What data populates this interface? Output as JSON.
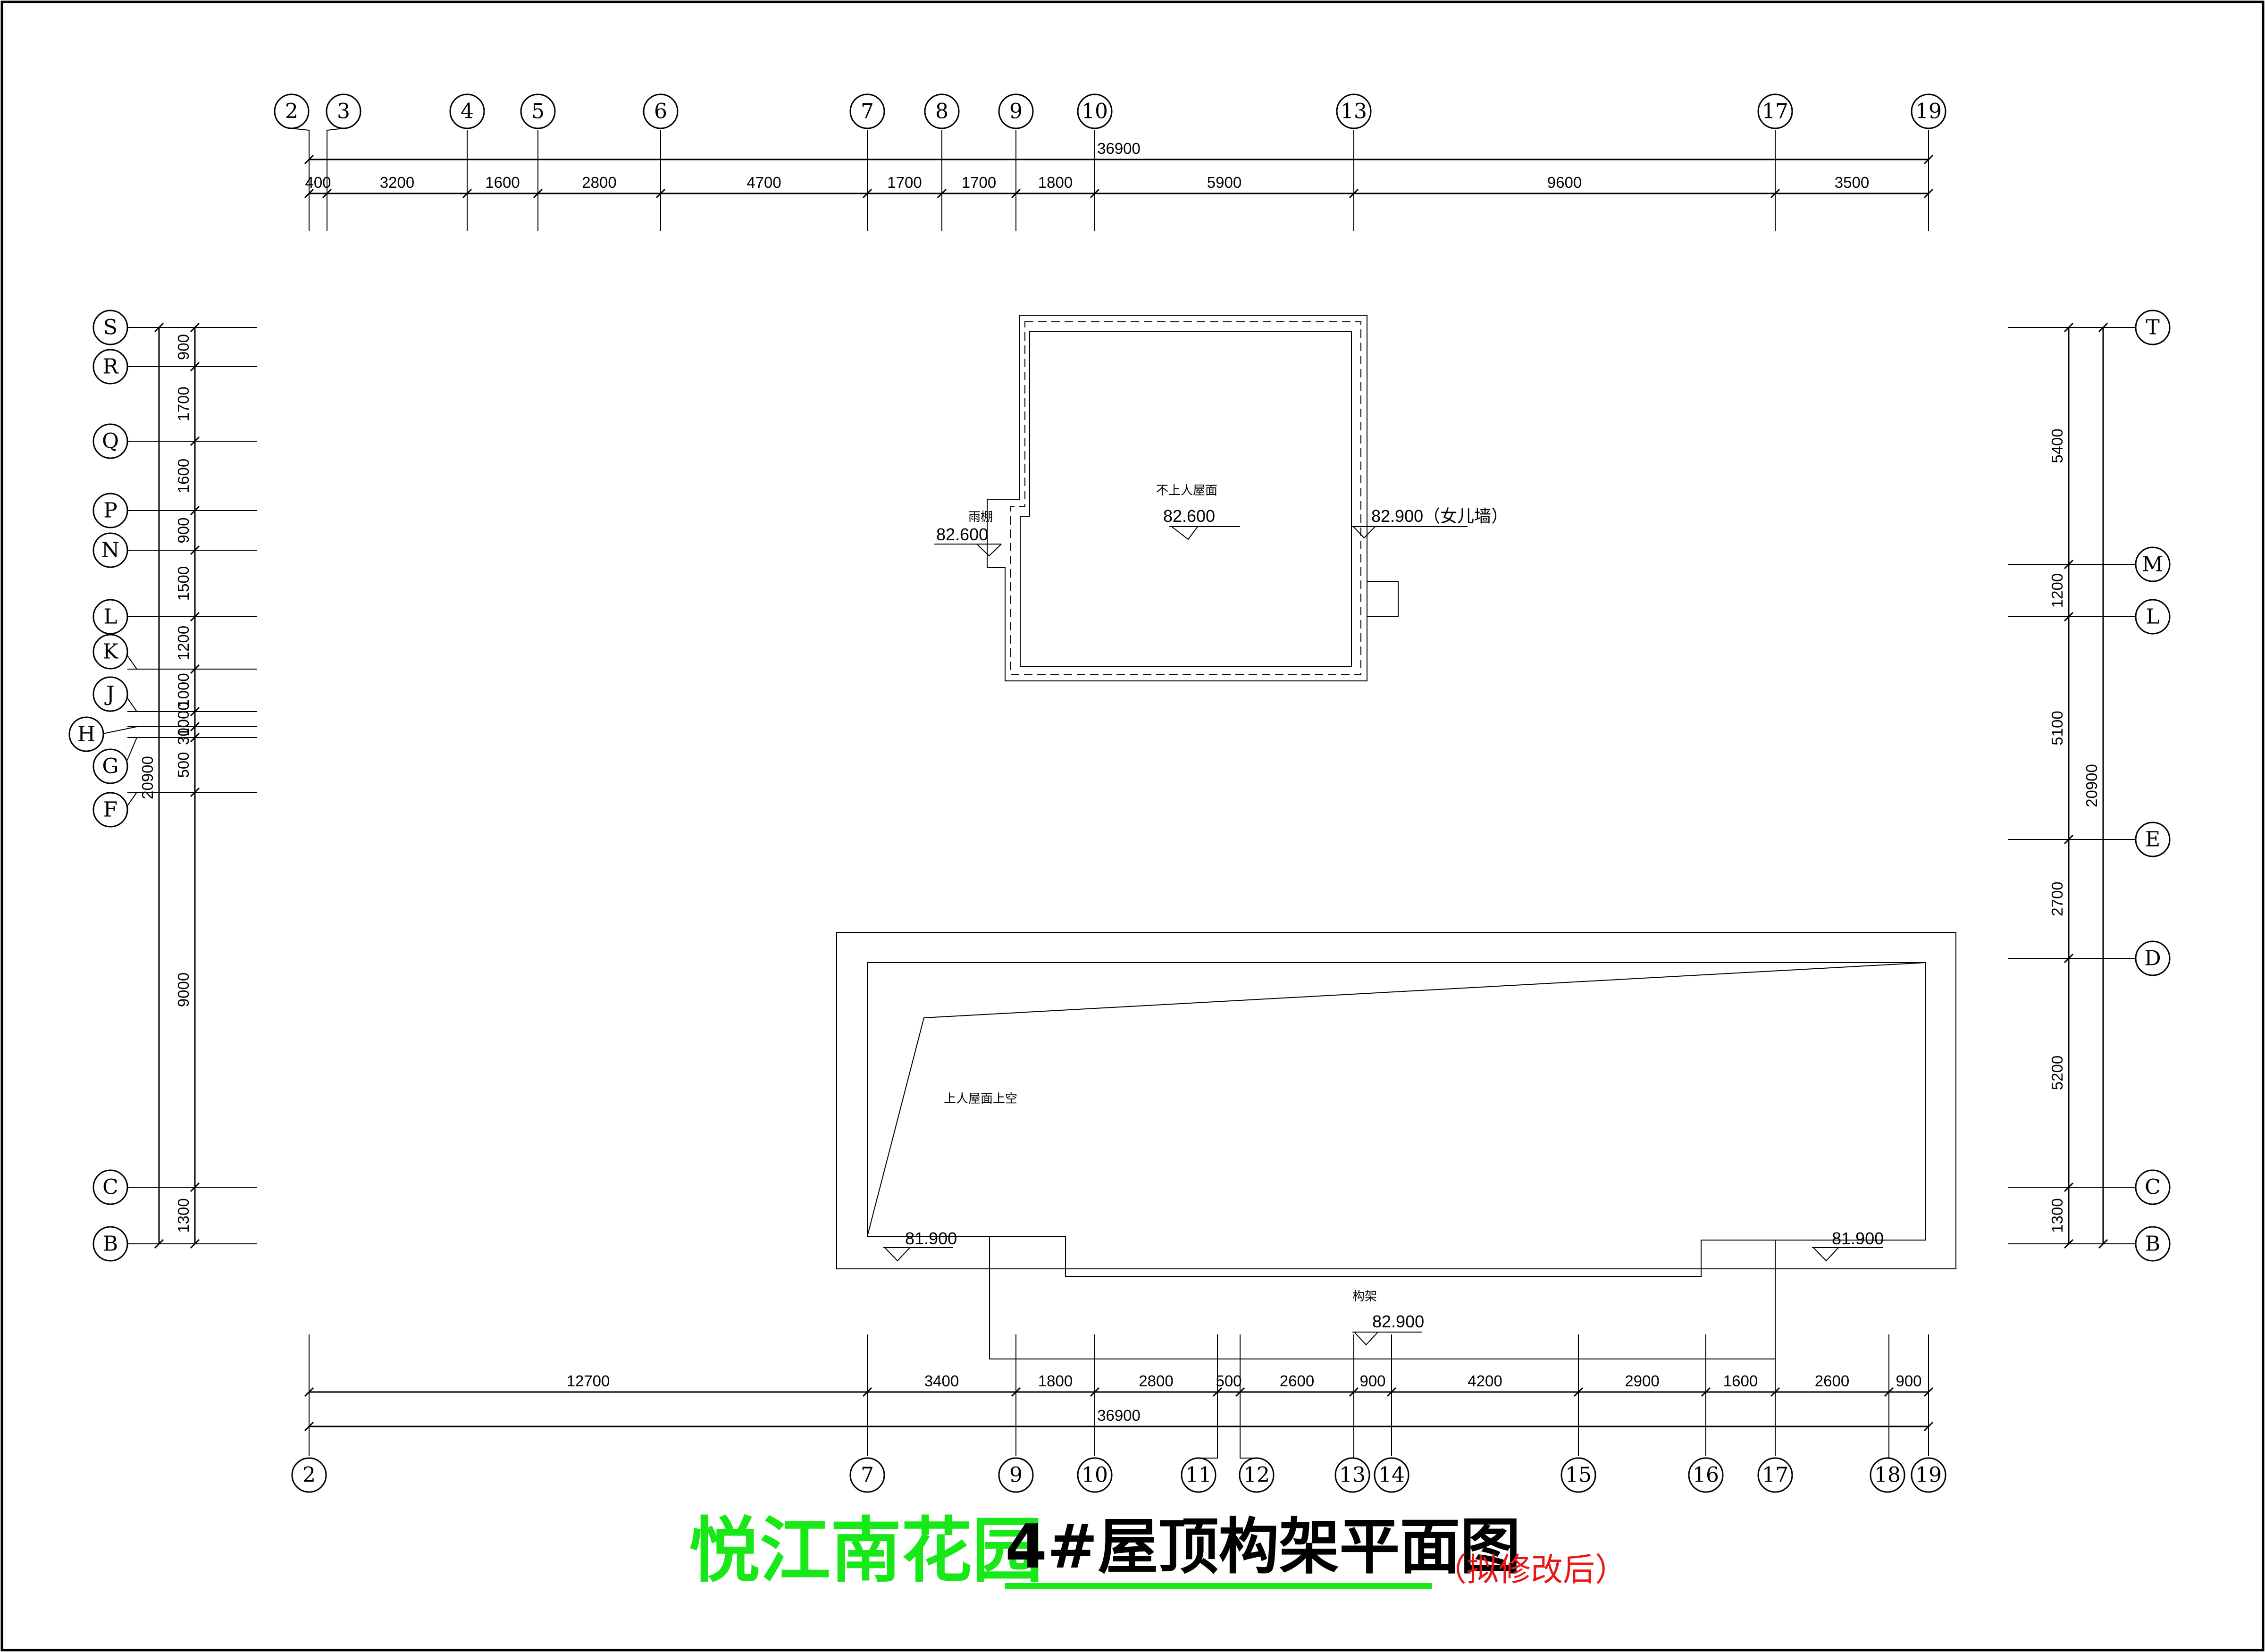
{
  "title": {
    "project": "悦江南花园",
    "drawing": "4#屋顶构架平面图",
    "note": "（拟修改后）",
    "colors": {
      "project": "#18e818",
      "note": "#e81818",
      "underline": "#18e818"
    }
  },
  "axes": {
    "top": {
      "bubbles": [
        "2",
        "3",
        "4",
        "5",
        "6",
        "7",
        "8",
        "9",
        "10",
        "13",
        "17",
        "19"
      ],
      "segments": [
        "400",
        "3200",
        "1600",
        "2800",
        "4700",
        "1700",
        "1700",
        "1800",
        "5900",
        "9600",
        "3500"
      ],
      "total": "36900"
    },
    "bottom": {
      "bubbles": [
        "2",
        "7",
        "9",
        "10",
        "11",
        "12",
        "13",
        "14",
        "15",
        "16",
        "17",
        "18",
        "19"
      ],
      "segments": [
        "12700",
        "3400",
        "1800",
        "2800",
        "500",
        "2600",
        "900",
        "4200",
        "2900",
        "1600",
        "2600",
        "900"
      ],
      "total": "36900"
    },
    "left": {
      "bubbles": [
        "S",
        "R",
        "Q",
        "P",
        "N",
        "L",
        "K",
        "J",
        "H",
        "G",
        "F",
        "C",
        "B"
      ],
      "segments": [
        "900",
        "1700",
        "1600",
        "900",
        "1500",
        "1200",
        "1000",
        "1000",
        "300",
        "500",
        "9000",
        "1300"
      ],
      "total": "20900"
    },
    "right": {
      "bubbles": [
        "T",
        "M",
        "L",
        "E",
        "D",
        "C",
        "B"
      ],
      "segments": [
        "5400",
        "1200",
        "5100",
        "2700",
        "5200",
        "1300"
      ],
      "total": "20900"
    }
  },
  "labels": {
    "upper_roof": "不上人屋面",
    "upper_roof_elev": "82.600",
    "parapet_elev": "82.900（女儿墙）",
    "canopy": "雨棚",
    "canopy_elev": "82.600",
    "void": "上人屋面上空",
    "left_elev": "81.900",
    "right_elev": "81.900",
    "frame": "构架",
    "frame_elev": "82.900"
  }
}
